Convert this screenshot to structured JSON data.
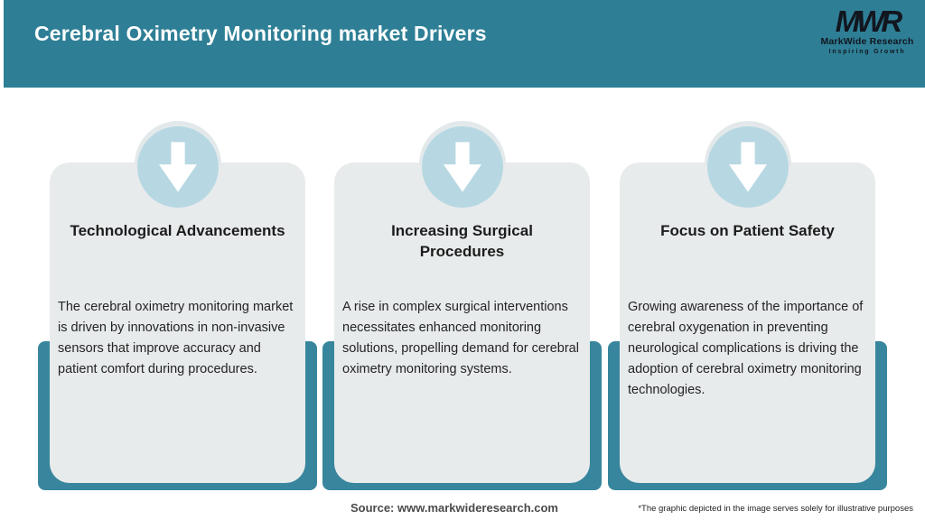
{
  "header": {
    "title": "Cerebral Oximetry Monitoring market Drivers",
    "logo": {
      "mark": "MWR",
      "name": "MarkWide Research",
      "tagline": "Inspiring Growth"
    }
  },
  "cards": [
    {
      "icon": "arrow-down",
      "title": "Technological Advancements",
      "body": "The cerebral oximetry monitoring market is driven by innovations in non-invasive sensors that improve accuracy and patient comfort during procedures."
    },
    {
      "icon": "arrow-down",
      "title": "Increasing Surgical Procedures",
      "body": "A rise in complex surgical interventions necessitates enhanced monitoring solutions, propelling demand for cerebral oximetry monitoring systems."
    },
    {
      "icon": "arrow-down",
      "title": "Focus on Patient Safety",
      "body": "Growing awareness of the importance of cerebral oxygenation in preventing neurological complications is driving the adoption of cerebral oximetry monitoring technologies."
    }
  ],
  "footer": {
    "source": "Source: www.markwideresearch.com",
    "disclaimer": "*The graphic depicted in the image serves solely for illustrative purposes"
  },
  "colors": {
    "header_teal": "#2E7F96",
    "backing_teal": "#38869D",
    "card_gray": "#E8EBEC",
    "circle_blue": "#B7D8E3",
    "logo_dark": "#12161F"
  }
}
